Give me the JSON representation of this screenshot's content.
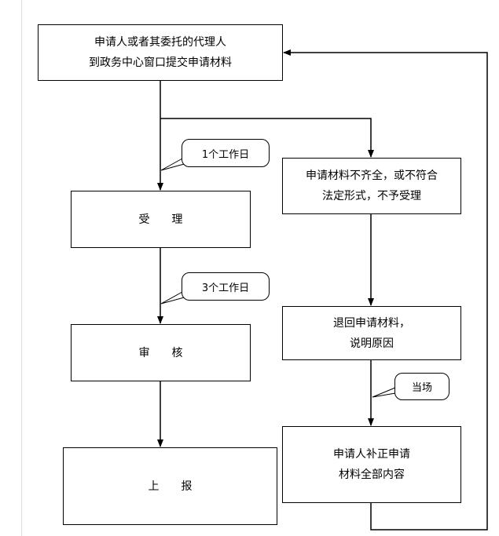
{
  "nodes": {
    "submit": {
      "line1": "申请人或者其委托的代理人",
      "line2": "到政务中心窗口提交申请材料"
    },
    "accept": {
      "label": "受理"
    },
    "review": {
      "label": "审核"
    },
    "report": {
      "label": "上报"
    },
    "reject": {
      "line1": "申请材料不齐全，或不符合",
      "line2": "法定形式，不予受理"
    },
    "return": {
      "line1": "退回申请材料，",
      "line2": "说明原因"
    },
    "supplement": {
      "line1": "申请人补正申请",
      "line2": "材料全部内容"
    }
  },
  "callouts": {
    "accept_time": "1个工作日",
    "review_time": "3个工作日",
    "onsite": "当场"
  }
}
